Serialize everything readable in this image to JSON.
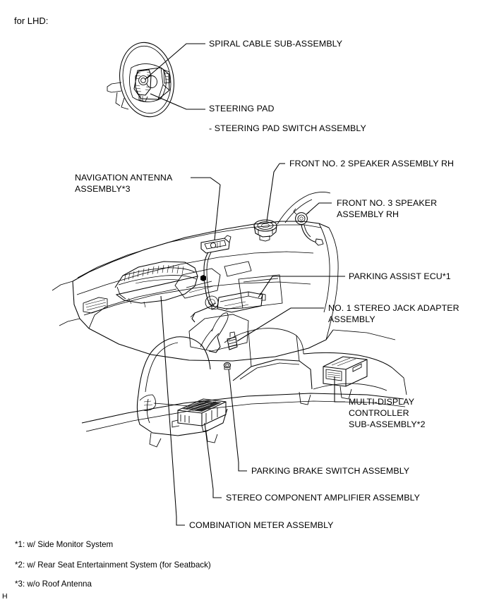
{
  "page": {
    "title": "for LHD:",
    "page_mark": "H"
  },
  "labels": [
    {
      "id": "spiral-cable-sub-assembly",
      "text": "SPIRAL CABLE SUB-ASSEMBLY"
    },
    {
      "id": "steering-pad",
      "text": "STEERING PAD"
    },
    {
      "id": "steering-pad-switch-assembly",
      "text": "- STEERING PAD SWITCH ASSEMBLY"
    },
    {
      "id": "navigation-antenna-assembly",
      "line1": "NAVIGATION ANTENNA",
      "line2": "ASSEMBLY*3"
    },
    {
      "id": "front-no-2-speaker-assembly-rh",
      "text": "FRONT NO. 2 SPEAKER ASSEMBLY RH"
    },
    {
      "id": "front-no-3-speaker-assembly-rh",
      "line1": "FRONT NO. 3 SPEAKER",
      "line2": "ASSEMBLY RH"
    },
    {
      "id": "parking-assist-ecu",
      "text": "PARKING ASSIST ECU*1"
    },
    {
      "id": "no-1-stereo-jack-adapter-assembly",
      "line1": "NO. 1 STEREO JACK ADAPTER",
      "line2": "ASSEMBLY"
    },
    {
      "id": "multi-display-controller-sub-assembly",
      "line1": "MULTI-DISPLAY",
      "line2": "CONTROLLER",
      "line3": "SUB-ASSEMBLY*2"
    },
    {
      "id": "parking-brake-switch-assembly",
      "text": "PARKING BRAKE SWITCH ASSEMBLY"
    },
    {
      "id": "stereo-component-amplifier-assembly",
      "text": "STEREO COMPONENT AMPLIFIER ASSEMBLY"
    },
    {
      "id": "combination-meter-assembly",
      "text": "COMBINATION METER ASSEMBLY"
    }
  ],
  "footnotes": [
    {
      "id": "footnote-1",
      "text": "*1: w/ Side Monitor System"
    },
    {
      "id": "footnote-2",
      "text": "*2: w/ Rear Seat Entertainment System (for Seatback)"
    },
    {
      "id": "footnote-3",
      "text": "*3: w/o Roof Antenna"
    }
  ],
  "colors": {
    "ink": "#000000",
    "paper": "#ffffff"
  }
}
